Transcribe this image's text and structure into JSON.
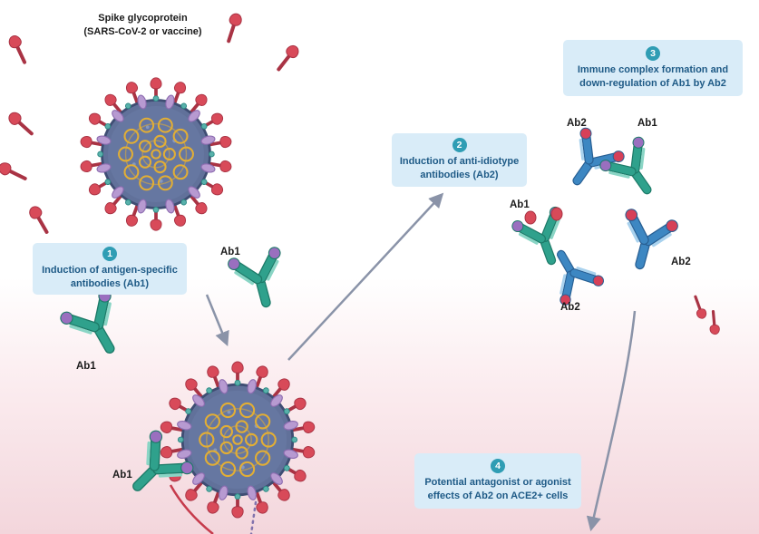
{
  "figure": {
    "title_line1": "Spike glycoprotein",
    "title_line2": "(SARS-CoV-2 or vaccine)"
  },
  "steps": [
    {
      "num": "1",
      "text": "Induction of antigen-specific antibodies (Ab1)"
    },
    {
      "num": "2",
      "text": "Induction of anti-idiotype antibodies (Ab2)"
    },
    {
      "num": "3",
      "text": "Immune complex formation and down-regulation of Ab1 by Ab2"
    },
    {
      "num": "4",
      "text": "Potential antagonist or agonist effects of Ab2 on ACE2+ cells"
    }
  ],
  "antibody_labels": [
    "Ab1",
    "Ab1",
    "Ab1",
    "Ab2",
    "Ab1",
    "Ab1",
    "Ab2",
    "Ab2"
  ],
  "icons": {
    "virus": "coronavirus-particle-icon",
    "spike": "spike-glycoprotein-icon",
    "antibody": "antibody-y-icon",
    "arrow": "flow-arrow-icon"
  },
  "colors": {
    "box-bg": "#d9ecf8",
    "box-text": "#1e5a86",
    "badge": "#2f9db4",
    "arrow": "#8a93a8",
    "spike-red": "#d84a59",
    "spike-red-dark": "#a93344",
    "virus-body": "#61719a",
    "virus-edge": "#3f4d73",
    "membrane": "#58b1ab",
    "mem-oval": "#b79ad1",
    "rna": "#e2ae35",
    "ab1-body": "#2fa18c",
    "ab1-tip": "#9a6fbf",
    "ab2-body": "#3d87c2",
    "ab2-tip": "#d64058"
  }
}
